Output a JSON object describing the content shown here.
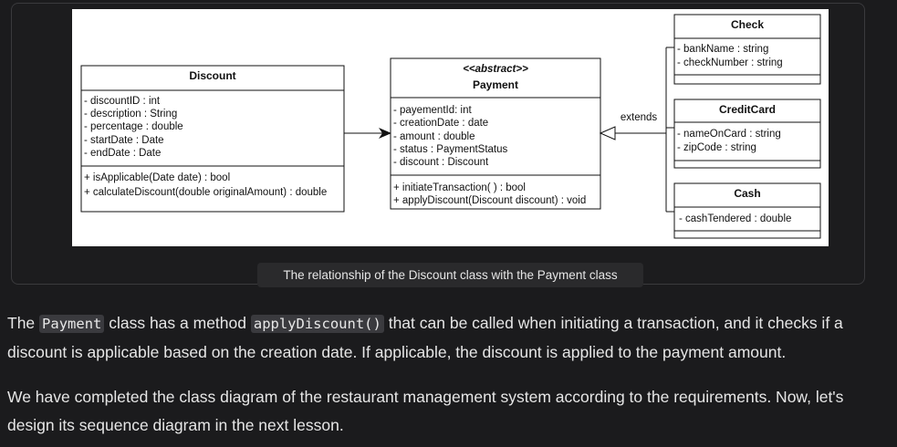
{
  "diagram": {
    "classes": {
      "discount": {
        "name": "Discount",
        "attributes": [
          "- discountID :  int",
          "- description : String",
          "- percentage : double",
          "- startDate : Date",
          "- endDate : Date"
        ],
        "methods": [
          "+ isApplicable(Date date) : bool",
          "+ calculateDiscount(double originalAmount) : double"
        ]
      },
      "payment": {
        "stereotype": "<<abstract>>",
        "name": "Payment",
        "attributes": [
          "- payementId: int",
          "- creationDate : date",
          "- amount : double",
          "- status : PaymentStatus",
          "- discount : Discount"
        ],
        "methods": [
          "+ initiateTransaction( ) : bool",
          "+ applyDiscount(Discount discount) : void"
        ]
      },
      "check": {
        "name": "Check",
        "attributes": [
          "- bankName : string",
          "- checkNumber : string"
        ]
      },
      "credit_card": {
        "name": "CreditCard",
        "attributes": [
          "- nameOnCard : string",
          "- zipCode : string"
        ]
      },
      "cash": {
        "name": "Cash",
        "attributes": [
          "- cashTendered : double"
        ]
      }
    },
    "relations": {
      "extends_label": "extends"
    }
  },
  "caption": "The relationship of the Discount class with the Payment class",
  "paragraph1": {
    "t1": "The ",
    "code1": "Payment",
    "t2": " class has a method ",
    "code2": "applyDiscount()",
    "t3": " that can be called when initiating a transaction, and it checks if a discount is applicable based on the creation date. If applicable, the discount is applied to the payment amount."
  },
  "paragraph2": "We have completed the class diagram of the restaurant management system according to the requirements. Now, let's design its sequence diagram in the next lesson."
}
